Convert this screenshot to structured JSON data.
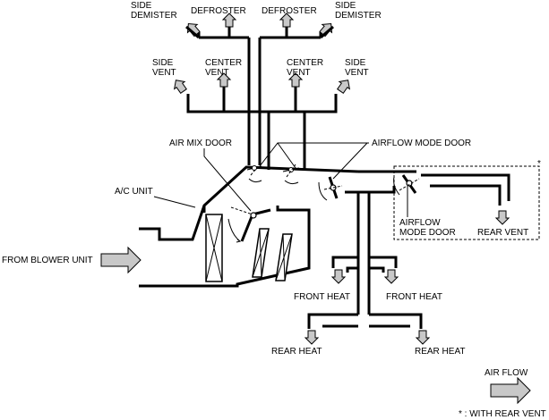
{
  "labels": {
    "side_demister_left": [
      "SIDE",
      "DEMISTER"
    ],
    "defroster_left": "DEFROSTER",
    "defroster_right": "DEFROSTER",
    "side_demister_right": [
      "SIDE",
      "DEMISTER"
    ],
    "side_vent_left": [
      "SIDE",
      "VENT"
    ],
    "center_vent_left": [
      "CENTER",
      "VENT"
    ],
    "center_vent_right": [
      "CENTER",
      "VENT"
    ],
    "side_vent_right": [
      "SIDE",
      "VENT"
    ],
    "air_mix_door": "AIR MIX DOOR",
    "airflow_mode_door_top": "AIRFLOW MODE DOOR",
    "ac_unit": "A/C UNIT",
    "airflow_mode_door_rear": [
      "AIRFLOW",
      "MODE DOOR"
    ],
    "rear_vent": "REAR VENT",
    "asterisk": "*",
    "from_blower_unit": "FROM BLOWER UNIT",
    "front_heat_left": "FRONT HEAT",
    "front_heat_right": "FRONT HEAT",
    "rear_heat_left": "REAR HEAT",
    "rear_heat_right": "REAR HEAT",
    "air_flow": "AIR FLOW",
    "footnote": "* : WITH REAR VENT"
  },
  "colors": {
    "line": "#000000",
    "arrow_fill": "#c8c8c8",
    "background": "#ffffff"
  }
}
